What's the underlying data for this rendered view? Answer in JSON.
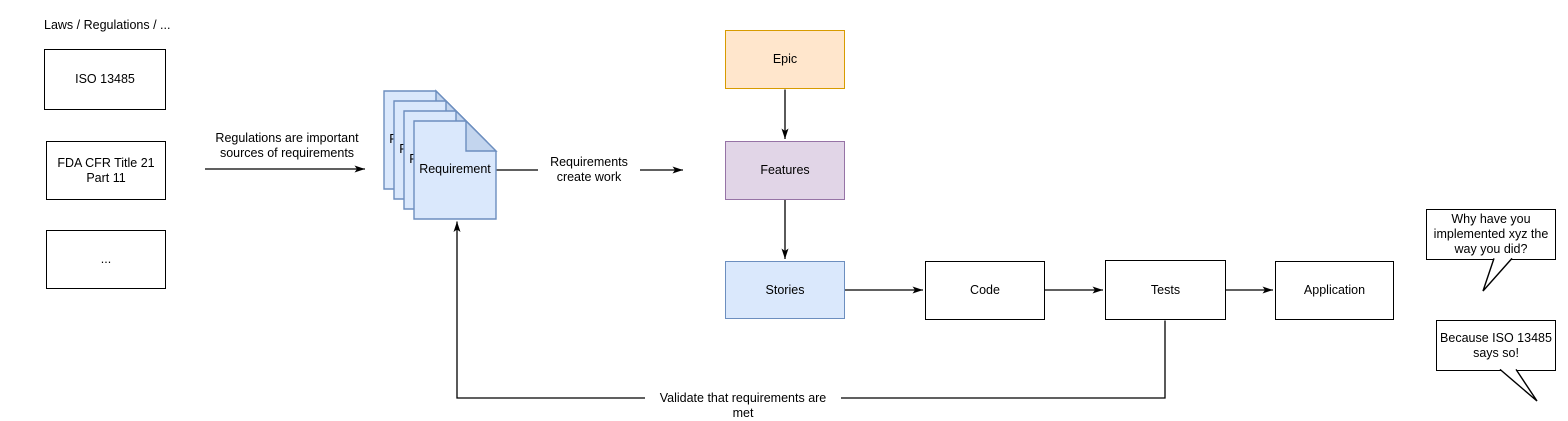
{
  "title": "Laws / Regulations / ...",
  "law_boxes": {
    "iso": "ISO 13485",
    "fda": "FDA CFR Title 21\nPart 11",
    "more": "..."
  },
  "documents": {
    "label": "Requirement"
  },
  "flow_nodes": {
    "epic": "Epic",
    "features": "Features",
    "stories": "Stories",
    "code": "Code",
    "tests": "Tests",
    "application": "Application"
  },
  "edge_labels": {
    "regulations_to_requirements": "Regulations are important\nsources of requirements",
    "requirements_create_work": "Requirements\ncreate work",
    "validate": "Validate that requirements are met"
  },
  "speech_bubbles": {
    "question": "Why have you\nimplemented xyz the\nway you did?",
    "answer": "Because ISO 13485\nsays so!"
  },
  "colors": {
    "epic_fill": "#ffe6cc",
    "epic_border": "#d79b00",
    "features_fill": "#e1d5e7",
    "features_border": "#9673a6",
    "stories_fill": "#dae8fc",
    "stories_border": "#6c8ebf",
    "document_fill": "#dae8fc",
    "document_fold": "#c3d5ee",
    "document_border": "#6c8ebf",
    "plain_border": "#000000",
    "line": "#000000"
  }
}
